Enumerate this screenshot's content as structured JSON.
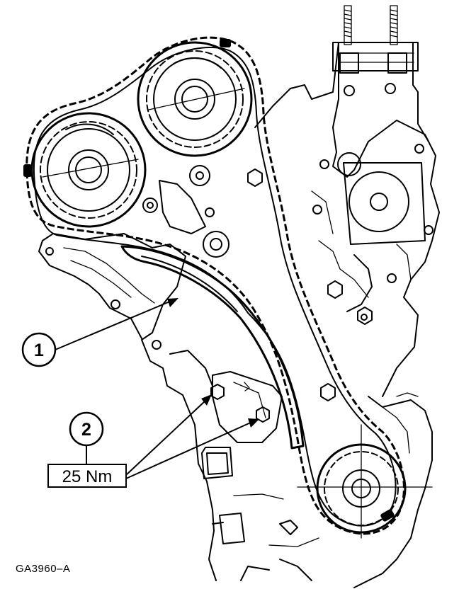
{
  "callouts": [
    {
      "number": "1"
    },
    {
      "number": "2"
    }
  ],
  "torque_spec": "25 Nm",
  "figure_id": "GA3960–A",
  "colors": {
    "ink": "#000000",
    "paper": "#ffffff"
  }
}
